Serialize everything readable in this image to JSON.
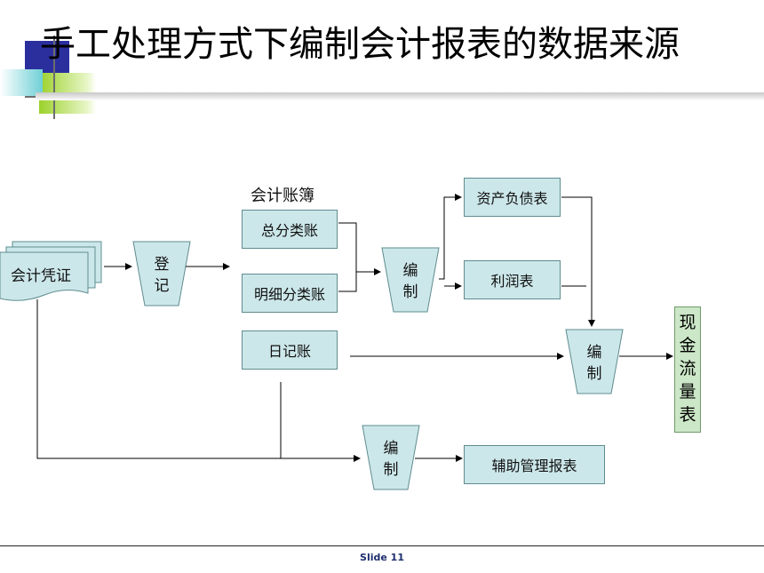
{
  "title": "手工处理方式下编制会计报表的数据来源",
  "source_doc": "会计凭证",
  "register_op": "登记",
  "ledger_group_label": "会计账簿",
  "ledgers": {
    "general": "总分类账",
    "detail": "明细分类账",
    "journal": "日记账"
  },
  "compile_op": "编制",
  "reports": {
    "balance_sheet": "资产负债表",
    "income_statement": "利润表",
    "cash_flow": "现金流量表",
    "auxiliary": "辅助管理报表"
  },
  "footer": "Slide 11",
  "colors": {
    "box_fill": "#cce7ea",
    "cash_flow_fill": "#cce7c7",
    "accent_blue": "#2b2f9e",
    "accent_green": "#9bd12a"
  }
}
